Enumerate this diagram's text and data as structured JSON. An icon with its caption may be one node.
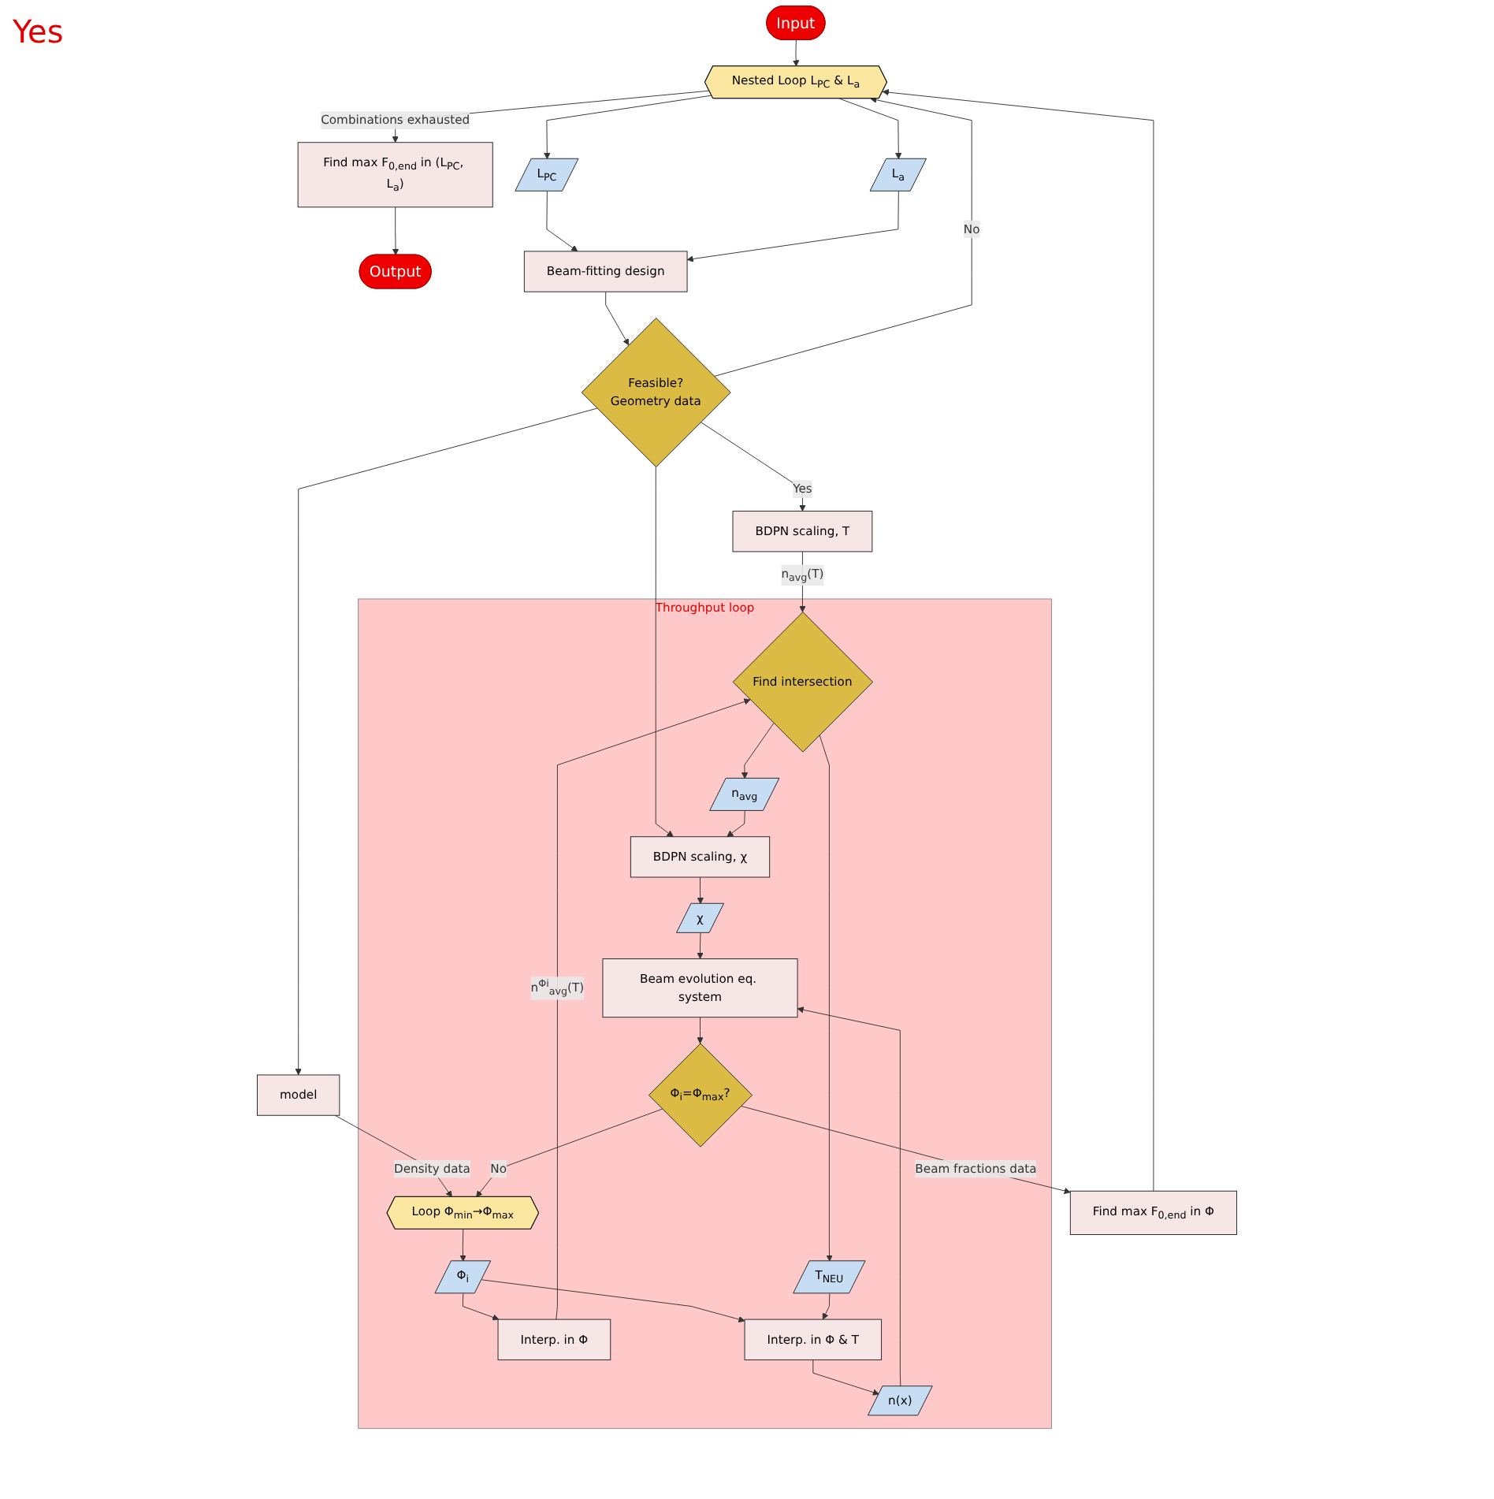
{
  "diagram": {
    "nodes": [
      {
        "text": [
          "Input"
        ]
      },
      {
        "text": [
          "Nested Loop L$_{PC}$ & L$_{a}$"
        ]
      },
      {
        "text": [
          "Find max F$_{0,end}$ in (L$_{PC}$, L$_{a}$)"
        ]
      },
      {
        "text": [
          "Output"
        ]
      },
      {
        "text": [
          "L$_{PC}$"
        ]
      },
      {
        "text": [
          "L$_{a}$"
        ]
      },
      {
        "text": [
          "Beam-fitting design"
        ]
      },
      {
        "text": [
          "Feasible?",
          "Geometry data"
        ]
      },
      {
        "text": [
          "model"
        ]
      },
      {
        "text": [
          "BDPN scaling, T"
        ]
      },
      {
        "text": [
          "Throughput loop"
        ]
      },
      {
        "text": [
          "Loop Φ$_{min}$→Φ$_{max}$"
        ],
        "in": 10
      },
      {
        "text": [
          "Φ$_{i}$"
        ],
        "in": 10
      },
      {
        "text": [
          "Interp. in Φ"
        ],
        "in": 10
      },
      {
        "text": [
          "Interp. in Φ & T"
        ],
        "in": 10
      },
      {
        "text": [
          "Find intersection"
        ],
        "in": 10
      },
      {
        "text": [
          "n$_{avg}$"
        ],
        "in": 10
      },
      {
        "text": [
          "T$_{NEU}$"
        ],
        "in": 10
      },
      {
        "text": [
          "n(x)"
        ],
        "in": 10
      },
      {
        "text": [
          "BDPN scaling, χ"
        ],
        "in": 10
      },
      {
        "text": [
          "χ"
        ],
        "in": 10
      },
      {
        "text": [
          "Beam evolution eq. system"
        ],
        "in": 10
      },
      {
        "text": [
          "Φ$_{i}$=Φ$_{max}$?"
        ],
        "in": 10
      },
      {
        "text": [
          "Find max F$_{0,end}$ in Φ"
        ]
      }
    ],
    "edges": [
      {
        "from": 0,
        "to": 1,
        "arrow": "to"
      },
      {
        "from": 1,
        "to": 2,
        "arrow": "to",
        "label": "Combinations exhausted"
      },
      {
        "from": 2,
        "to": 3,
        "arrow": "to"
      },
      {
        "from": 1,
        "to": 4,
        "arrow": "to"
      },
      {
        "from": 1,
        "to": 5,
        "arrow": "to"
      },
      {
        "from": 4,
        "to": 6,
        "arrow": "to"
      },
      {
        "from": 5,
        "to": 6,
        "arrow": "to"
      },
      {
        "from": 6,
        "to": 7,
        "arrow": "to"
      },
      {
        "from": 7,
        "to": 1,
        "arrow": "to",
        "label": "No"
      },
      {
        "from": 7,
        "to": 9,
        "arrow": "to",
        "label": "Yes"
      },
      {
        "from": 7,
        "to": 8,
        "arrow": "to"
      },
      {
        "from": 7,
        "to": 19,
        "arrow": "to"
      },
      {
        "from": 8,
        "to": 11,
        "arrow": "to",
        "label": "Density data"
      },
      {
        "from": 9,
        "to": 15,
        "arrow": "to",
        "label": "n$_{avg}$(T)"
      },
      {
        "from": 11,
        "to": 12,
        "arrow": "to"
      },
      {
        "from": 12,
        "to": 13,
        "arrow": "to"
      },
      {
        "from": 12,
        "to": 14,
        "arrow": "to"
      },
      {
        "from": 13,
        "to": 15,
        "arrow": "to",
        "label": "n$^{Φi}$$_{avg}$(T)"
      },
      {
        "from": 15,
        "to": 16,
        "arrow": "to"
      },
      {
        "from": 15,
        "to": 17,
        "arrow": "to"
      },
      {
        "from": 17,
        "to": 14,
        "arrow": "to"
      },
      {
        "from": 14,
        "to": 18,
        "arrow": "to"
      },
      {
        "from": 16,
        "to": 19,
        "arrow": "to"
      },
      {
        "from": 19,
        "to": 20,
        "arrow": "to"
      },
      {
        "from": 20,
        "to": 21,
        "arrow": "to"
      },
      {
        "from": 18,
        "to": 21,
        "arrow": "to"
      },
      {
        "from": 21,
        "to": 22,
        "arrow": "to"
      },
      {
        "from": 22,
        "to": 11,
        "arrow": "to",
        "label": "No"
      },
      {
        "from": 22,
        "to": 23,
        "arrow": "to",
        "label": "Beam fractions data"
      },
      {
        "from": 23,
        "to": 1,
        "arrow": "to"
      }
    ],
    "labels": [
      "Yes"
    ]
  }
}
